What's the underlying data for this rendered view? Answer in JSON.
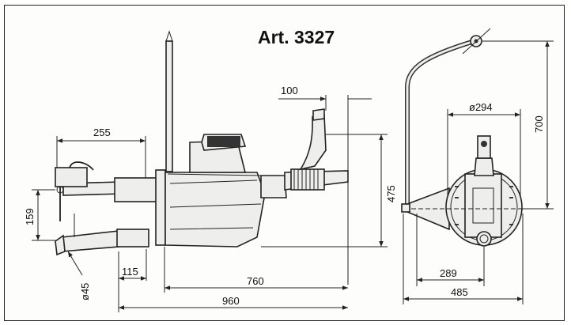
{
  "title": "Art. 3327",
  "dimensions": {
    "d100": "100",
    "d255": "255",
    "d159": "159",
    "d115": "115",
    "d760": "760",
    "d960": "960",
    "d475": "475",
    "dia45": "ø45",
    "dia294": "ø294",
    "d700": "700",
    "d289": "289",
    "d485": "485"
  }
}
